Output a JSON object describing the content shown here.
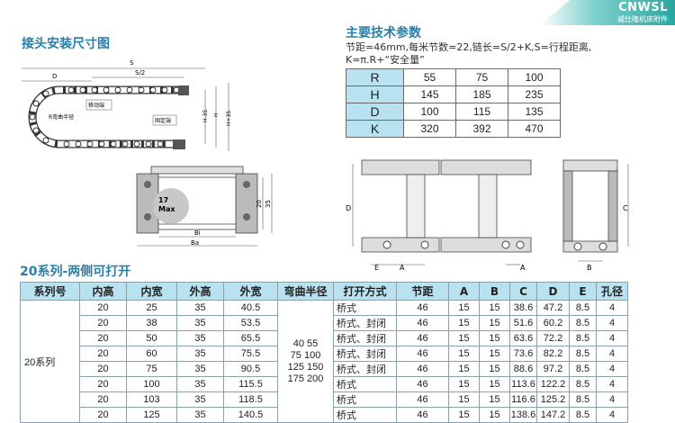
{
  "brand": {
    "name": "CNWSL",
    "subtitle": "威仕隆机床附件"
  },
  "section_install": {
    "title": "接头安装尺寸图"
  },
  "section_params": {
    "title": "主要技术参数"
  },
  "formula": {
    "line1": "节距=46mm,每米节数=22,链长=S/2+K,S=行程距离,",
    "line2": "K=π.R+“安全量”"
  },
  "params_table": [
    {
      "key": "R",
      "values": [
        "55",
        "75",
        "100"
      ]
    },
    {
      "key": "H",
      "values": [
        "145",
        "185",
        "235"
      ]
    },
    {
      "key": "D",
      "values": [
        "100",
        "115",
        "135"
      ]
    },
    {
      "key": "K",
      "values": [
        "320",
        "392",
        "470"
      ]
    }
  ],
  "diagram_labels": {
    "s": "S",
    "s_half": "S/2",
    "d": "D",
    "moving_end": "移动端",
    "fixed_end": "固定端",
    "bend_radius": "R弯曲半径",
    "h35": "H-35",
    "h": "H",
    "hh35": "H+35",
    "max_value": "17",
    "max_unit": "Max",
    "dim20": "20",
    "dim35": "35",
    "bi": "Bi",
    "ba": "Ba",
    "d2": "D",
    "c": "C",
    "e": "E",
    "a": "A",
    "a2": "A",
    "b": "B"
  },
  "section_series": {
    "title": "20系列-两侧可打开"
  },
  "spec_table": {
    "headers": [
      "系列号",
      "内高",
      "内宽",
      "外高",
      "外宽",
      "弯曲半径",
      "打开方式",
      "节距",
      "A",
      "B",
      "C",
      "D",
      "E",
      "孔径"
    ],
    "series_label": "20系列",
    "radius_lines": [
      "40 55",
      "75 100",
      "125 150",
      "175 200"
    ],
    "rows": [
      [
        "20",
        "25",
        "35",
        "40.5",
        "桥式",
        "46",
        "15",
        "15",
        "38.6",
        "47.2",
        "8.5",
        "4"
      ],
      [
        "20",
        "38",
        "35",
        "53.5",
        "桥式、封闭",
        "46",
        "15",
        "15",
        "51.6",
        "60.2",
        "8.5",
        "4"
      ],
      [
        "20",
        "50",
        "35",
        "65.5",
        "桥式、封闭",
        "46",
        "15",
        "15",
        "63.6",
        "72.2",
        "8.5",
        "4"
      ],
      [
        "20",
        "60",
        "35",
        "75.5",
        "桥式、封闭",
        "46",
        "15",
        "15",
        "73.6",
        "82.2",
        "8.5",
        "4"
      ],
      [
        "20",
        "75",
        "35",
        "90.5",
        "桥式、封闭",
        "46",
        "15",
        "15",
        "88.6",
        "97.2",
        "8.5",
        "4"
      ],
      [
        "20",
        "100",
        "35",
        "115.5",
        "桥式",
        "46",
        "15",
        "15",
        "113.6",
        "122.2",
        "8.5",
        "4"
      ],
      [
        "20",
        "103",
        "35",
        "118.5",
        "桥式",
        "46",
        "15",
        "15",
        "116.6",
        "125.2",
        "8.5",
        "4"
      ],
      [
        "20",
        "125",
        "35",
        "140.5",
        "桥式",
        "46",
        "15",
        "15",
        "138.6",
        "147.2",
        "8.5",
        "4"
      ]
    ]
  }
}
